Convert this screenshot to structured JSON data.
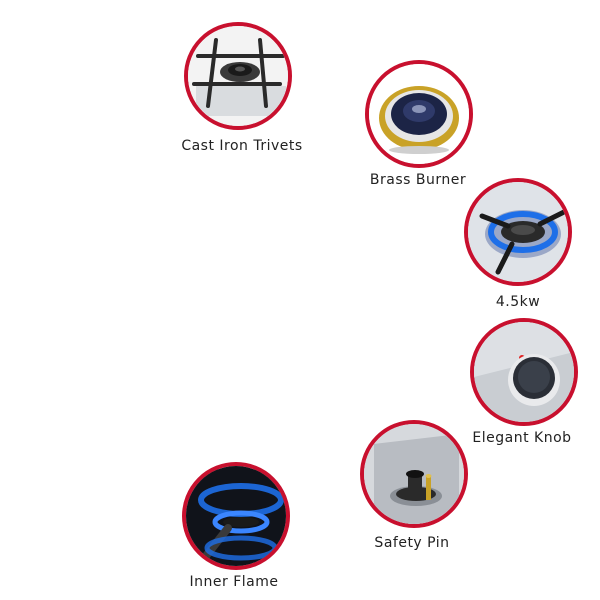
{
  "features": [
    {
      "label": "Cast Iron Trivets",
      "icon": "trivet-icon"
    },
    {
      "label": "Brass Burner",
      "icon": "brass-burner-icon"
    },
    {
      "label": "4.5kw",
      "icon": "blue-flame-burner-icon"
    },
    {
      "label": "Elegant Knob",
      "icon": "control-knob-icon"
    },
    {
      "label": "Safety Pin",
      "icon": "safety-pin-icon"
    },
    {
      "label": "Inner Flame",
      "icon": "inner-flame-icon"
    }
  ],
  "colors": {
    "ring": "#c8102e",
    "flame": "#1e6fe8",
    "brass": "#c9a227",
    "iron": "#2a2a2a",
    "steel": "#b8bcc2"
  }
}
